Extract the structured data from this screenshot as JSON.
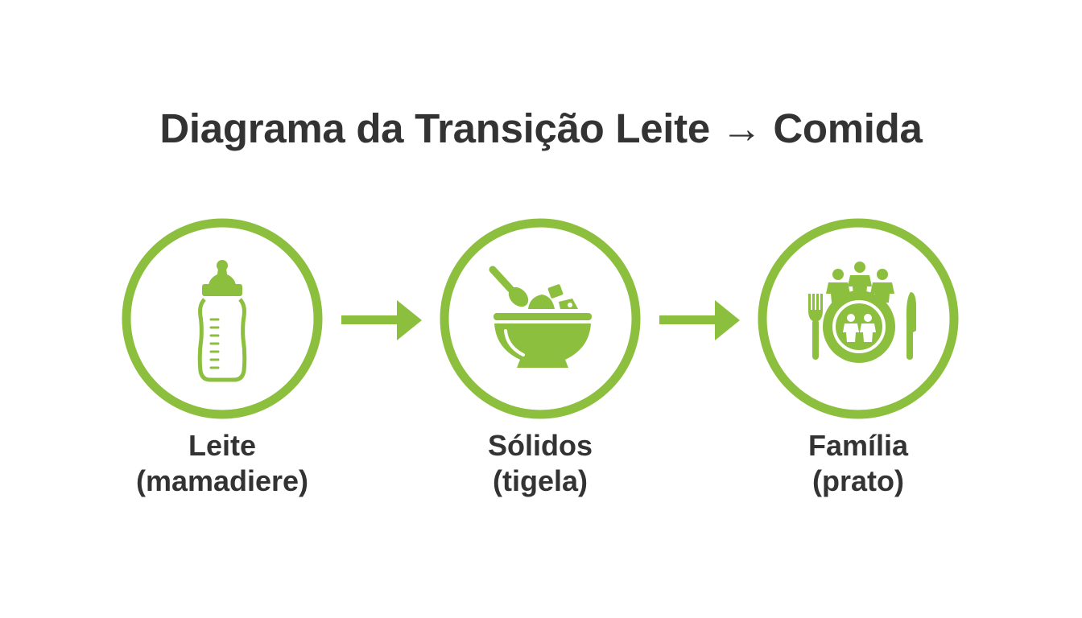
{
  "title": "Diagrama da Transição Leite → Comida",
  "colors": {
    "accent": "#8DBF3F",
    "text": "#333333",
    "background": "#FFFFFF"
  },
  "stages": [
    {
      "name": "Leite",
      "detail": "(mamadiere)",
      "icon": "baby-bottle-icon"
    },
    {
      "name": "Sólidos",
      "detail": "(tigela)",
      "icon": "food-bowl-icon"
    },
    {
      "name": "Família",
      "detail": "(prato)",
      "icon": "family-plate-icon"
    }
  ],
  "connectors": [
    {
      "icon": "arrow-right-icon",
      "from": "Leite",
      "to": "Sólidos"
    },
    {
      "icon": "arrow-right-icon",
      "from": "Sólidos",
      "to": "Família"
    }
  ]
}
